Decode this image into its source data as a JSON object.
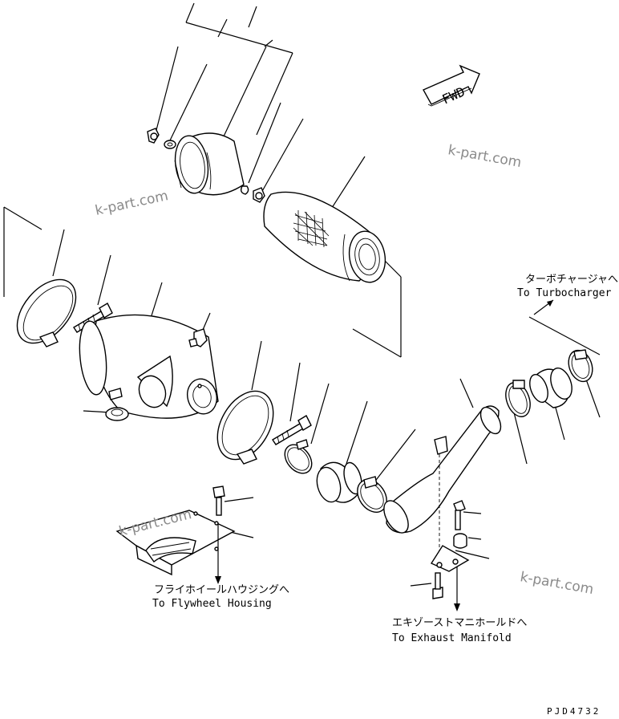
{
  "direction_arrow": {
    "label": "FWD"
  },
  "callouts": {
    "turbocharger_jp": "ターボチャージャへ",
    "turbocharger_en": "To Turbocharger",
    "flywheel_jp": "フライホイールハウジングへ",
    "flywheel_en": "To Flywheel Housing",
    "exhaust_jp": "エキゾーストマニホールドへ",
    "exhaust_en": "To Exhaust Manifold"
  },
  "watermarks": [
    "k-part.com",
    "k-part.com",
    "k-part.com",
    "k-part.com"
  ],
  "drawing_number": "PJD4732",
  "colors": {
    "line": "#000000",
    "watermark": "#8a8a8a",
    "background": "#ffffff"
  }
}
